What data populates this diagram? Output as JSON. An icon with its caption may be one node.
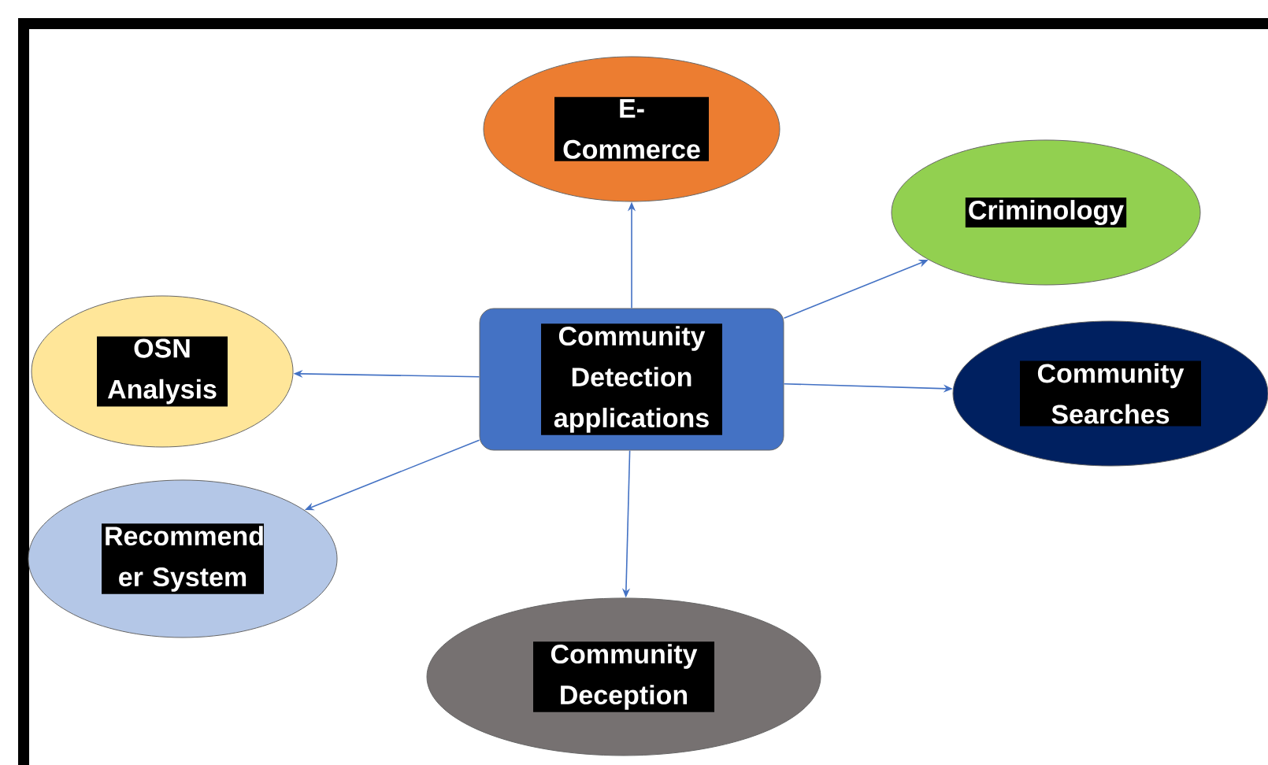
{
  "diagram": {
    "nodes": [
      {
        "text": [
          "E- Commerce"
        ]
      },
      {
        "text": [
          "Criminology"
        ]
      },
      {
        "text": [
          "OSN Analysis"
        ]
      },
      {
        "text": [
          "Community Detection applications"
        ]
      },
      {
        "text": [
          "Community Searches"
        ]
      },
      {
        "text": [
          "Recommend er System"
        ]
      },
      {
        "text": [
          "Community Deception"
        ]
      }
    ],
    "edges": [
      {
        "from": 3,
        "to": 0,
        "arrow": "to"
      },
      {
        "from": 3,
        "to": 1,
        "arrow": "to"
      },
      {
        "from": 3,
        "to": 2,
        "arrow": "to"
      },
      {
        "from": 3,
        "to": 4,
        "arrow": "to"
      },
      {
        "from": 3,
        "to": 5,
        "arrow": "to"
      },
      {
        "from": 3,
        "to": 6,
        "arrow": "to"
      }
    ]
  }
}
